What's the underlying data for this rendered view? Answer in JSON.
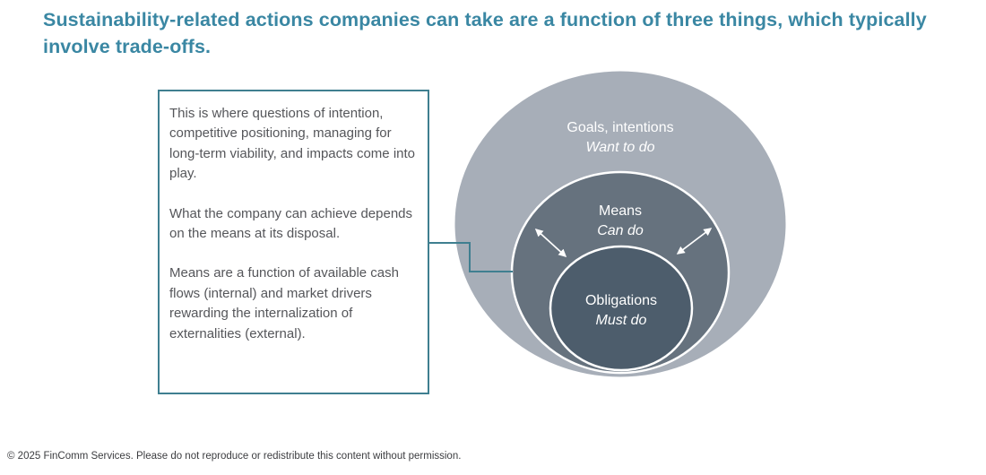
{
  "title": {
    "text": "Sustainability-related actions companies can take are a function of three things, which typically involve trade-offs."
  },
  "callout": {
    "paragraphs": [
      "This is where questions of intention, competitive positioning, managing for long-term viability, and impacts come into play.",
      "What the company can achieve depends on the means at its disposal.",
      "Means are a function of available cash flows (internal) and market drivers rewarding the internalization of externalities (external)."
    ]
  },
  "diagram": {
    "rings": [
      {
        "id": "goals",
        "label": "Goals, intentions",
        "sublabel": "Want to do",
        "fill": "#a7aeb8"
      },
      {
        "id": "means",
        "label": "Means",
        "sublabel": "Can do",
        "fill": "#66727e"
      },
      {
        "id": "obligations",
        "label": "Obligations",
        "sublabel": "Must do",
        "fill": "#4d5d6c"
      }
    ],
    "arrow_color": "#ffffff",
    "connector_color": "#3f7f90"
  },
  "footer": {
    "text": "© 2025 FinComm Services. Please do not reproduce or redistribute this content without permission."
  },
  "colors": {
    "title_teal": "#3a87a3",
    "accent_teal": "#3f7f90",
    "body_text": "#55565a",
    "outer_ring": "#a7aeb8",
    "middle_ring": "#66727e",
    "inner_ring": "#4d5d6c",
    "ring_stroke": "#ffffff"
  }
}
